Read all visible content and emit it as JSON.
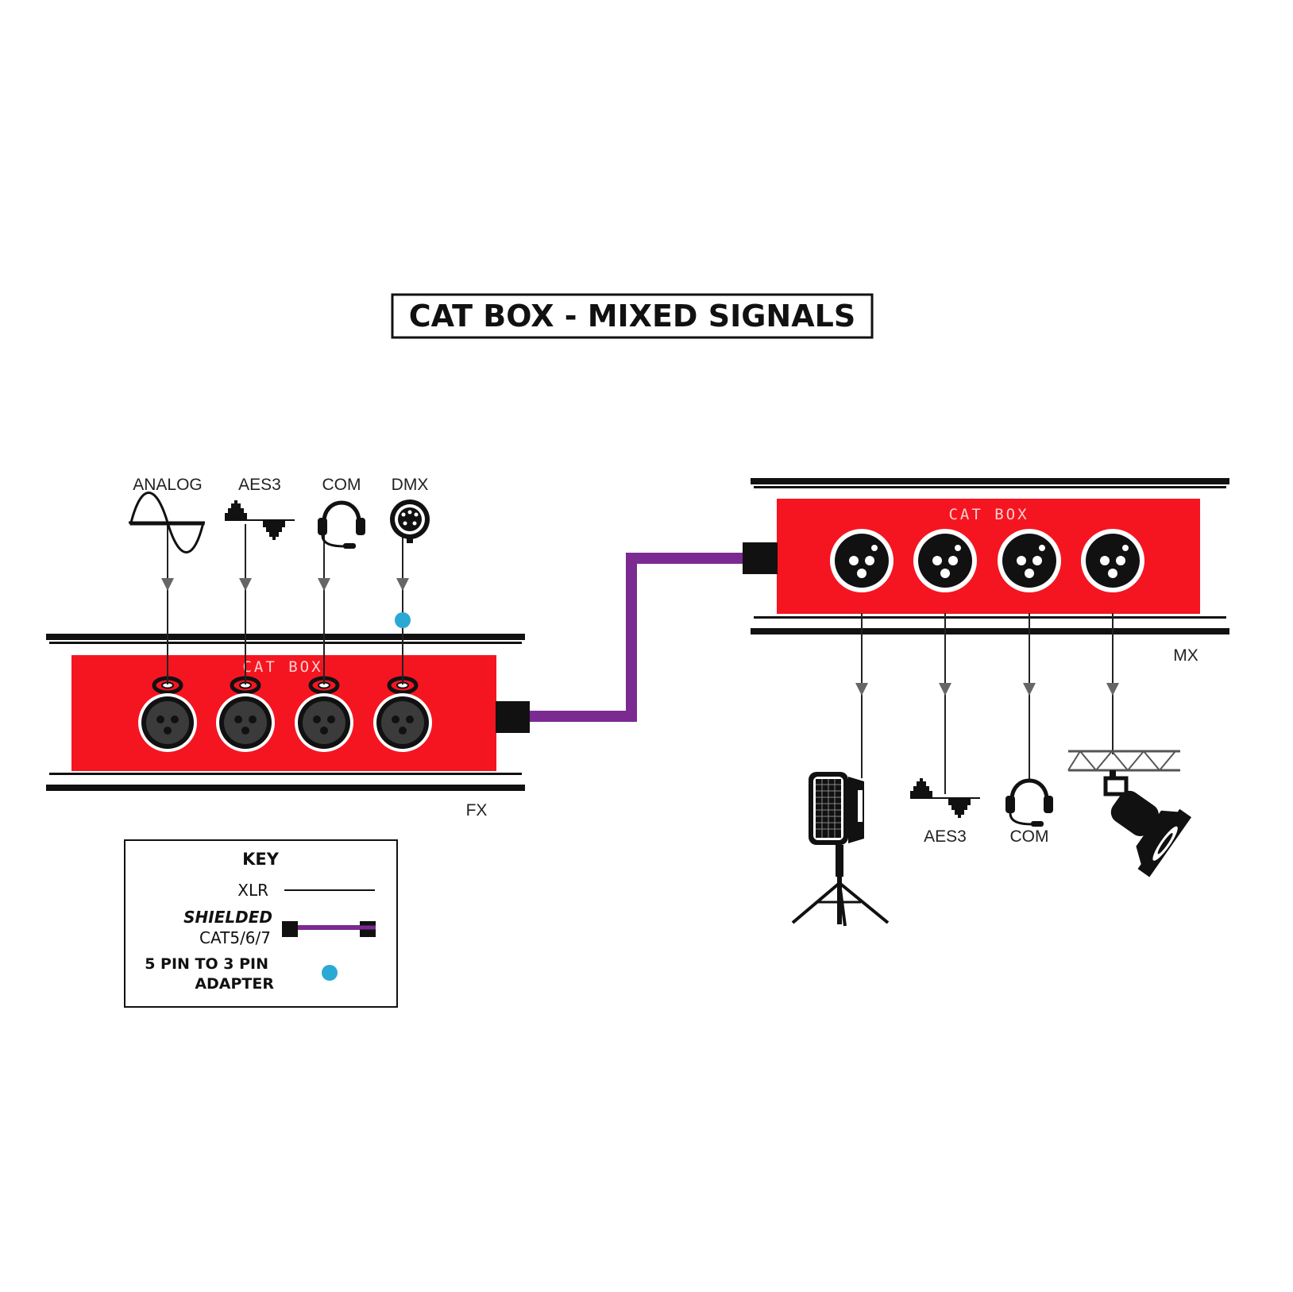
{
  "title": "CAT BOX - MIXED SIGNALS",
  "colors": {
    "box_red": "#f51521",
    "cable_purple": "#7b2a91",
    "adapter_blue": "#29a9d4",
    "rail_black": "#111111"
  },
  "fx_box": {
    "label": "CAT BOX",
    "tag": "FX",
    "inputs": [
      {
        "label": "ANALOG",
        "icon": "sine-wave-icon"
      },
      {
        "label": "AES3",
        "icon": "digital-signal-icon"
      },
      {
        "label": "COM",
        "icon": "headset-icon"
      },
      {
        "label": "DMX",
        "icon": "dmx-5pin-connector-icon"
      }
    ]
  },
  "mx_box": {
    "label": "CAT BOX",
    "tag": "MX",
    "outputs": [
      {
        "label": "",
        "icon": "led-panel-light-on-stand-icon"
      },
      {
        "label": "AES3",
        "icon": "digital-signal-icon"
      },
      {
        "label": "COM",
        "icon": "headset-icon"
      },
      {
        "label": "",
        "icon": "stage-spotlight-on-truss-icon"
      }
    ]
  },
  "key": {
    "title": "KEY",
    "xlr": "XLR",
    "shielded": "SHIELDED",
    "cat": "CAT5/6/7",
    "adapter_line1": "5 PIN TO 3 PIN",
    "adapter_line2": "ADAPTER"
  }
}
